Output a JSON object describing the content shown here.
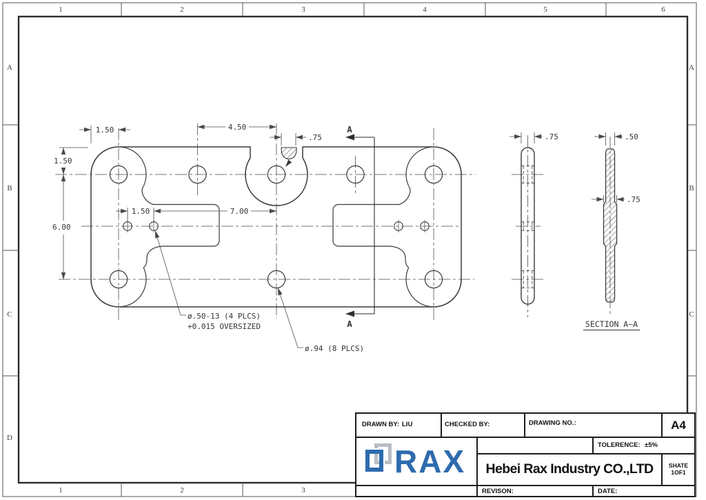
{
  "frame": {
    "top_zones": [
      "1",
      "2",
      "3",
      "4",
      "5",
      "6"
    ],
    "bottom_zones": [
      "1",
      "2",
      "3"
    ],
    "left_zones": [
      "A",
      "B",
      "C",
      "D"
    ],
    "right_zones": [
      "A",
      "B",
      "C"
    ]
  },
  "views": {
    "front": {
      "dims": {
        "edge_offset": "1.50",
        "hole_spacing": "4.50",
        "notch_width": ".75",
        "top_margin": "1.50",
        "row_spacing": "6.00",
        "small_spacing": "1.50",
        "small_span": "7.00"
      },
      "leaders": {
        "tapped": "ø.50-13  (4  PLCS)",
        "tapped_note": "+0.015  OVERSIZED",
        "thru": "ø.94  (8  PLCS)"
      },
      "cut_label": "A"
    },
    "side": {
      "thickness": ".75"
    },
    "section": {
      "caption": "SECTION  A–A",
      "top_width": ".50",
      "boss_width": ".75"
    }
  },
  "title_block": {
    "drawn_by_label": "DRAWN BY:",
    "drawn_by_value": "LIU",
    "checked_by_label": "CHECKED BY:",
    "drawing_no_label": "DRAWING NO.:",
    "sheet_size": "A4",
    "tolerance_label": "TOLERENCE:",
    "tolerance_value": "±5%",
    "company_name": "Hebei Rax Industry CO.,LTD",
    "sheet_label": "SHATE 1OF1",
    "revision_label": "REVISON:",
    "date_label": "DATE:",
    "logo_text": "RAX"
  },
  "colors": {
    "line": "#3a3a3a",
    "accent_blue": "#2e6cad"
  }
}
